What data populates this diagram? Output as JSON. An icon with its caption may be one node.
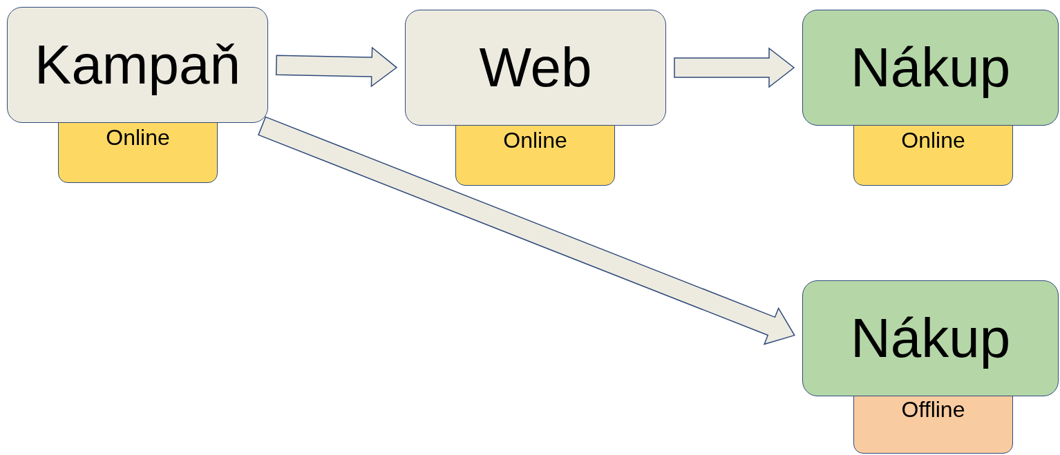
{
  "diagram": {
    "nodes": [
      {
        "text": [
          "Kampaň"
        ]
      },
      {
        "text": [
          "Online"
        ]
      },
      {
        "text": [
          "Web"
        ]
      },
      {
        "text": [
          "Online"
        ]
      },
      {
        "text": [
          "Nákup"
        ]
      },
      {
        "text": [
          "Online"
        ]
      },
      {
        "text": [
          "Nákup"
        ]
      },
      {
        "text": [
          "Offline"
        ]
      }
    ],
    "edges": [
      {
        "from": 0,
        "to": 2,
        "arrow": "to"
      },
      {
        "from": 2,
        "to": 4,
        "arrow": "to"
      },
      {
        "from": 0,
        "to": 6,
        "arrow": "to"
      }
    ]
  }
}
